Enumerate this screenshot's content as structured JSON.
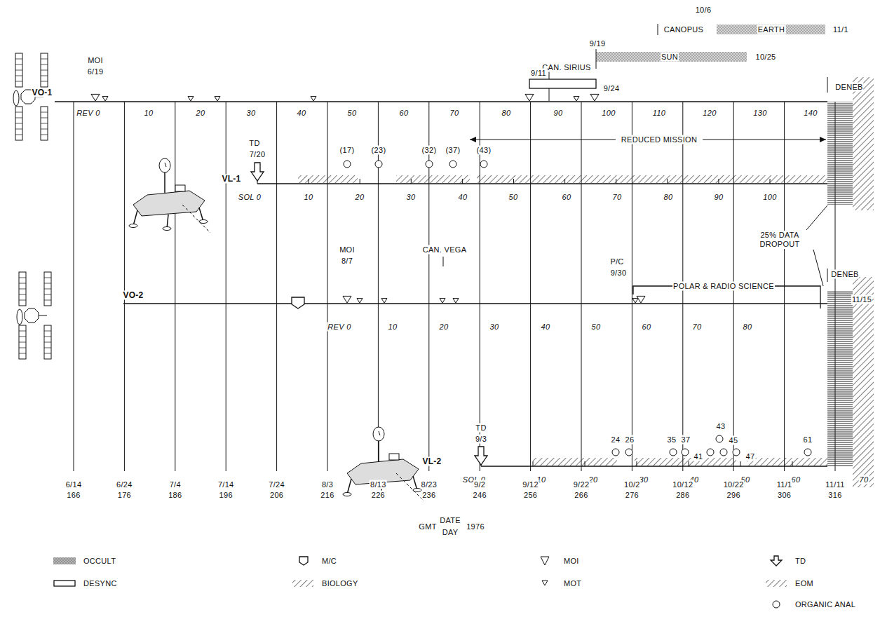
{
  "diagram": {
    "labels": [
      "10/6",
      "CANOPUS",
      "EARTH",
      "11/1",
      "CAN. SIRIUS",
      "9/19",
      "SUN",
      "10/25",
      "MOI",
      "6/19",
      "9/11",
      "9/24",
      "DENEB",
      "VO-1",
      "REV 0",
      "10",
      "20",
      "30",
      "40",
      "50",
      "60",
      "70",
      "80",
      "90",
      "100",
      "110",
      "120",
      "130",
      "140",
      "TD",
      "7/20",
      "(17)",
      "(23)",
      "(32)",
      "(37)",
      "(43)",
      "REDUCED MISSION",
      "VL-1",
      "SOL 0",
      "10",
      "20",
      "30",
      "40",
      "50",
      "60",
      "70",
      "80",
      "90",
      "100",
      "25% DATA DROPOUT",
      "DENEB",
      "MOI",
      "8/7",
      "CAN. VEGA",
      "P/C",
      "9/30",
      "POLAR & RADIO SCIENCE",
      "11/15",
      "VO-2",
      "REV 0",
      "10",
      "20",
      "30",
      "40",
      "50",
      "60",
      "70",
      "80",
      "TD",
      "9/3",
      "24",
      "26",
      "35",
      "37",
      "41",
      "43",
      "45",
      "47",
      "61",
      "VL-2",
      "SOL 0",
      "10",
      "20",
      "30",
      "40",
      "50",
      "60",
      "70",
      "6/14",
      "166",
      "6/24",
      "176",
      "7/4",
      "186",
      "7/14",
      "196",
      "7/24",
      "206",
      "8/3",
      "216",
      "8/13",
      "226",
      "8/23",
      "236",
      "9/2",
      "246",
      "9/12",
      "256",
      "9/22",
      "266",
      "10/2",
      "276",
      "10/12",
      "286",
      "10/22",
      "296",
      "11/1",
      "306",
      "11/11",
      "316",
      "GMT",
      "DATE",
      "DAY",
      "1976"
    ],
    "legend": [
      {
        "text": "OCCULT",
        "color": "#b4b4b4"
      },
      {
        "text": "DESYNC"
      },
      {
        "text": "M/C"
      },
      {
        "text": "BIOLOGY"
      },
      {
        "text": "MOI"
      },
      {
        "text": "MOT"
      },
      {
        "text": "TD"
      },
      {
        "text": "EOM"
      },
      {
        "text": "ORGANIC ANAL"
      }
    ]
  }
}
